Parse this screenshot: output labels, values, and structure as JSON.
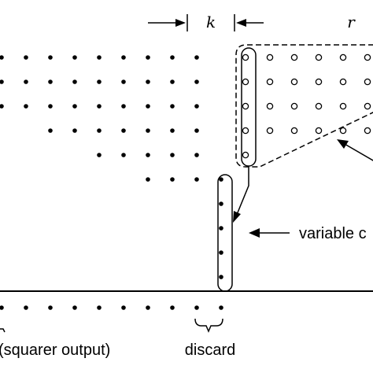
{
  "labels": {
    "k": "k",
    "r": "r",
    "variable": "variable c",
    "squarer_output": "(squarer output)",
    "discard": "discard"
  },
  "colors": {
    "ink": "#000000",
    "background": "#ffffff"
  }
}
